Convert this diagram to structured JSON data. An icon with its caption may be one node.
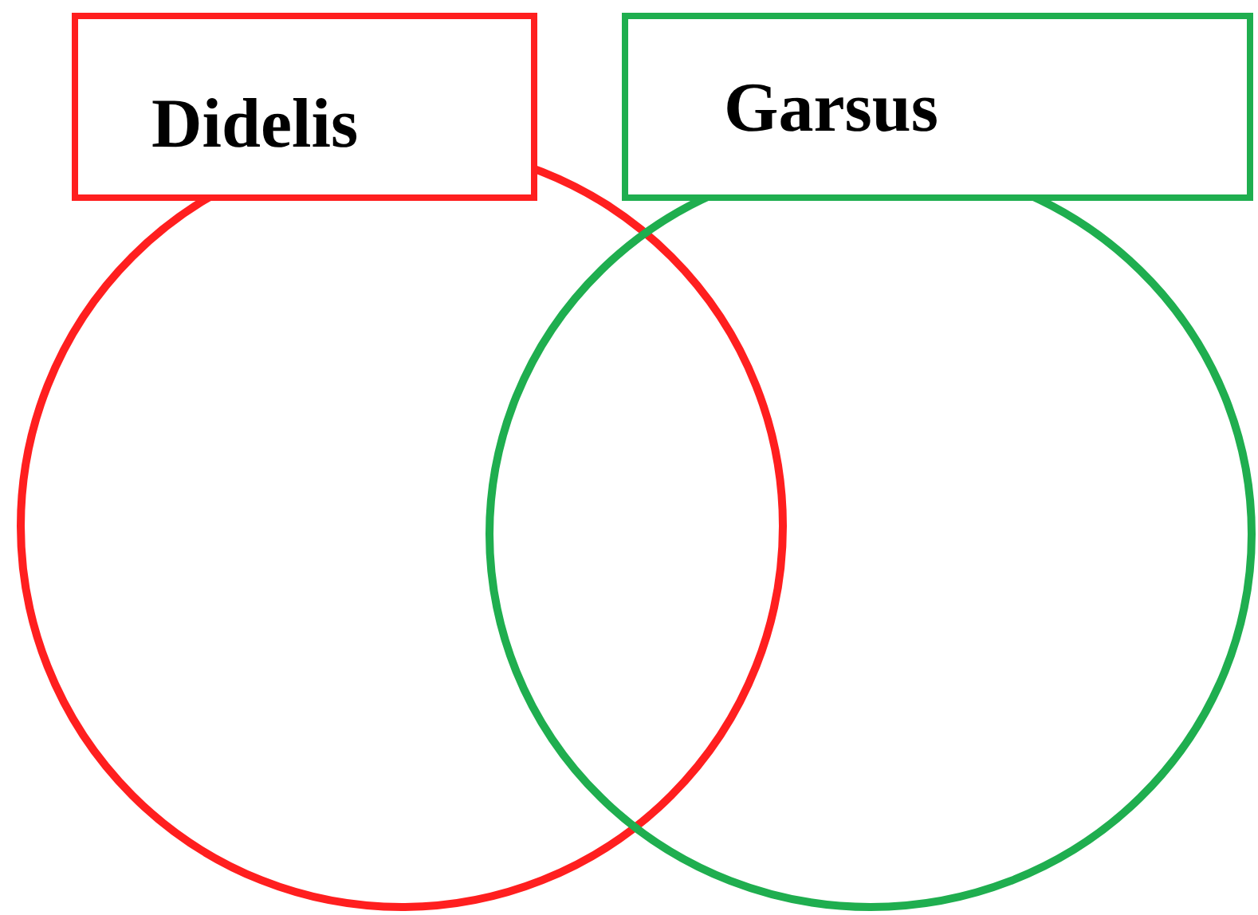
{
  "diagram": {
    "nodes": [
      {
        "text": [
          "Didelis"
        ]
      },
      {
        "text": [
          "Garsus"
        ]
      },
      {
        "text": [],
        "shape": "circle"
      },
      {
        "text": [],
        "shape": "circle"
      }
    ],
    "edges": []
  }
}
